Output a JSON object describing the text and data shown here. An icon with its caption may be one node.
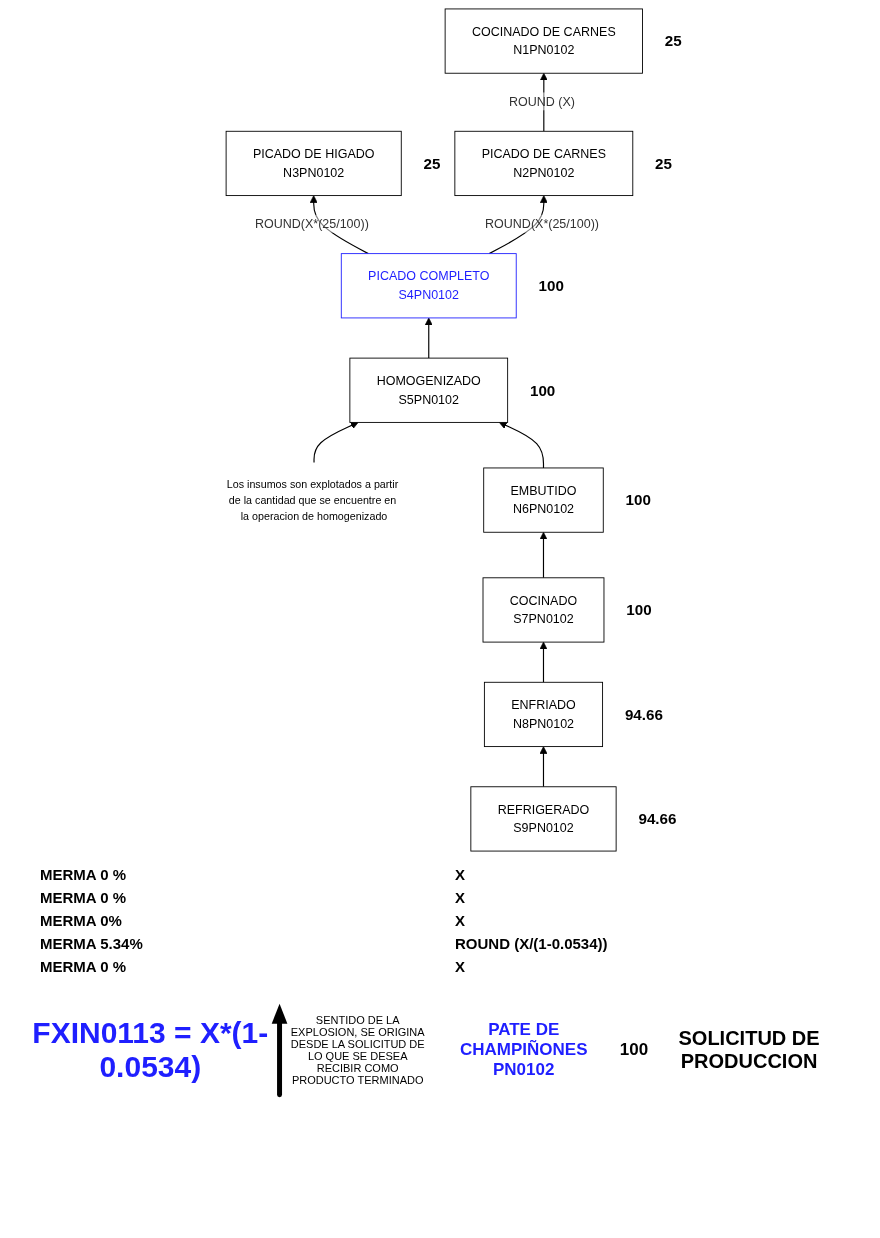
{
  "diagram": {
    "nodes": [
      {
        "text": [
          "COCINADO DE CARNES",
          "N1PN0102"
        ],
        "beside": [
          "25"
        ]
      },
      {
        "text": [
          "PICADO DE HIGADO",
          "N3PN0102"
        ],
        "beside": [
          "25"
        ]
      },
      {
        "text": [
          "PICADO DE CARNES",
          "N2PN0102"
        ],
        "beside": [
          "25"
        ]
      },
      {
        "text": [
          "PICADO COMPLETO",
          "S4PN0102"
        ],
        "beside": [
          "100"
        ]
      },
      {
        "text": [
          "HOMOGENIZADO",
          "S5PN0102"
        ],
        "beside": [
          "100"
        ]
      },
      {
        "text": [
          "Los insumos son explotados a partir de la cantidad que se encuentre en la operacion de homogenizado"
        ]
      },
      {
        "text": [
          "EMBUTIDO",
          "N6PN0102"
        ],
        "beside": [
          "100"
        ]
      },
      {
        "text": [
          "COCINADO",
          "S7PN0102"
        ],
        "beside": [
          "100"
        ]
      },
      {
        "text": [
          "ENFRIADO",
          "N8PN0102"
        ],
        "beside": [
          "94.66"
        ]
      },
      {
        "text": [
          "REFRIGERADO",
          "S9PN0102"
        ],
        "beside": [
          "94.66"
        ]
      }
    ],
    "edges": [
      {
        "from": 2,
        "to": 0,
        "arrow": "to",
        "label": "ROUND (X)"
      },
      {
        "from": 3,
        "to": 1,
        "arrow": "to",
        "label": "ROUND(X*(25/100))"
      },
      {
        "from": 3,
        "to": 2,
        "arrow": "to",
        "label": "ROUND(X*(25/100))"
      },
      {
        "from": 4,
        "to": 3,
        "arrow": "to"
      },
      {
        "from": 5,
        "to": 4,
        "arrow": "to"
      },
      {
        "from": 6,
        "to": 4,
        "arrow": "to"
      },
      {
        "from": 7,
        "to": 6,
        "arrow": "to"
      },
      {
        "from": 8,
        "to": 7,
        "arrow": "to"
      },
      {
        "from": 9,
        "to": 8,
        "arrow": "to"
      }
    ],
    "labels": [
      "MERMA 0 %",
      "X",
      "MERMA 0 %",
      "X",
      "MERMA 0%",
      "X",
      "MERMA 5.34%",
      "ROUND (X/(1-0.0534))",
      "MERMA 0 %",
      "X",
      "FXIN0113  =  X*(1-0.0534)",
      "SENTIDO DE LA EXPLOSION, SE ORIGINA DESDE LA SOLICITUD DE LO QUE SE DESEA RECIBIR COMO PRODUCTO TERMINADO",
      "PATE DE CHAMPIÑONES PN0102",
      "100",
      "SOLICITUD DE PRODUCCION"
    ]
  }
}
